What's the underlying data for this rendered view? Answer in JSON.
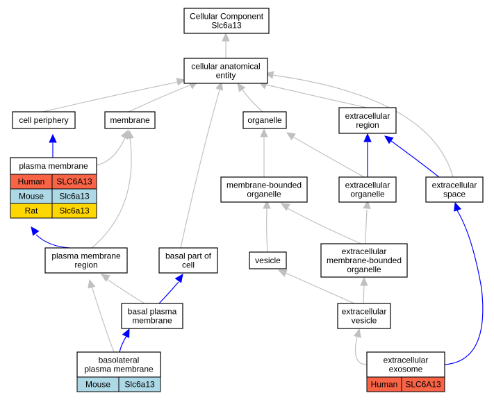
{
  "colors": {
    "is_a": "#c0c0c0",
    "part_of": "#0000ff",
    "human": "#fa6446",
    "mouse": "#add8e6",
    "rat": "#ffd700"
  },
  "nodes": {
    "root": [
      "Cellular Component",
      "Slc6a13"
    ],
    "cae": [
      "cellular anatomical",
      "entity"
    ],
    "periphery": [
      "cell periphery"
    ],
    "membrane": [
      "membrane"
    ],
    "organelle": [
      "organelle"
    ],
    "ecregion": [
      "extracellular",
      "region"
    ],
    "plasma": [
      "plasma membrane"
    ],
    "mbo": [
      "membrane-bounded",
      "organelle"
    ],
    "ecorg": [
      "extracellular",
      "organelle"
    ],
    "ecspace": [
      "extracellular",
      "space"
    ],
    "pmregion": [
      "plasma membrane",
      "region"
    ],
    "basalpart": [
      "basal part of",
      "cell"
    ],
    "vesicle": [
      "vesicle"
    ],
    "ecmbo": [
      "extracellular",
      "membrane-bounded",
      "organelle"
    ],
    "basalpm": [
      "basal plasma",
      "membrane"
    ],
    "ecves": [
      "extracellular",
      "vesicle"
    ],
    "basolat": [
      "basolateral",
      "plasma membrane"
    ],
    "exosome": [
      "extracellular",
      "exosome"
    ]
  },
  "annotations": {
    "plasma": [
      [
        "Human",
        "SLC6A13"
      ],
      [
        "Mouse",
        "Slc6a13"
      ],
      [
        "Rat",
        "Slc6a13"
      ]
    ],
    "basolat": [
      [
        "Mouse",
        "Slc6a13"
      ]
    ],
    "exosome": [
      [
        "Human",
        "SLC6A13"
      ]
    ]
  }
}
